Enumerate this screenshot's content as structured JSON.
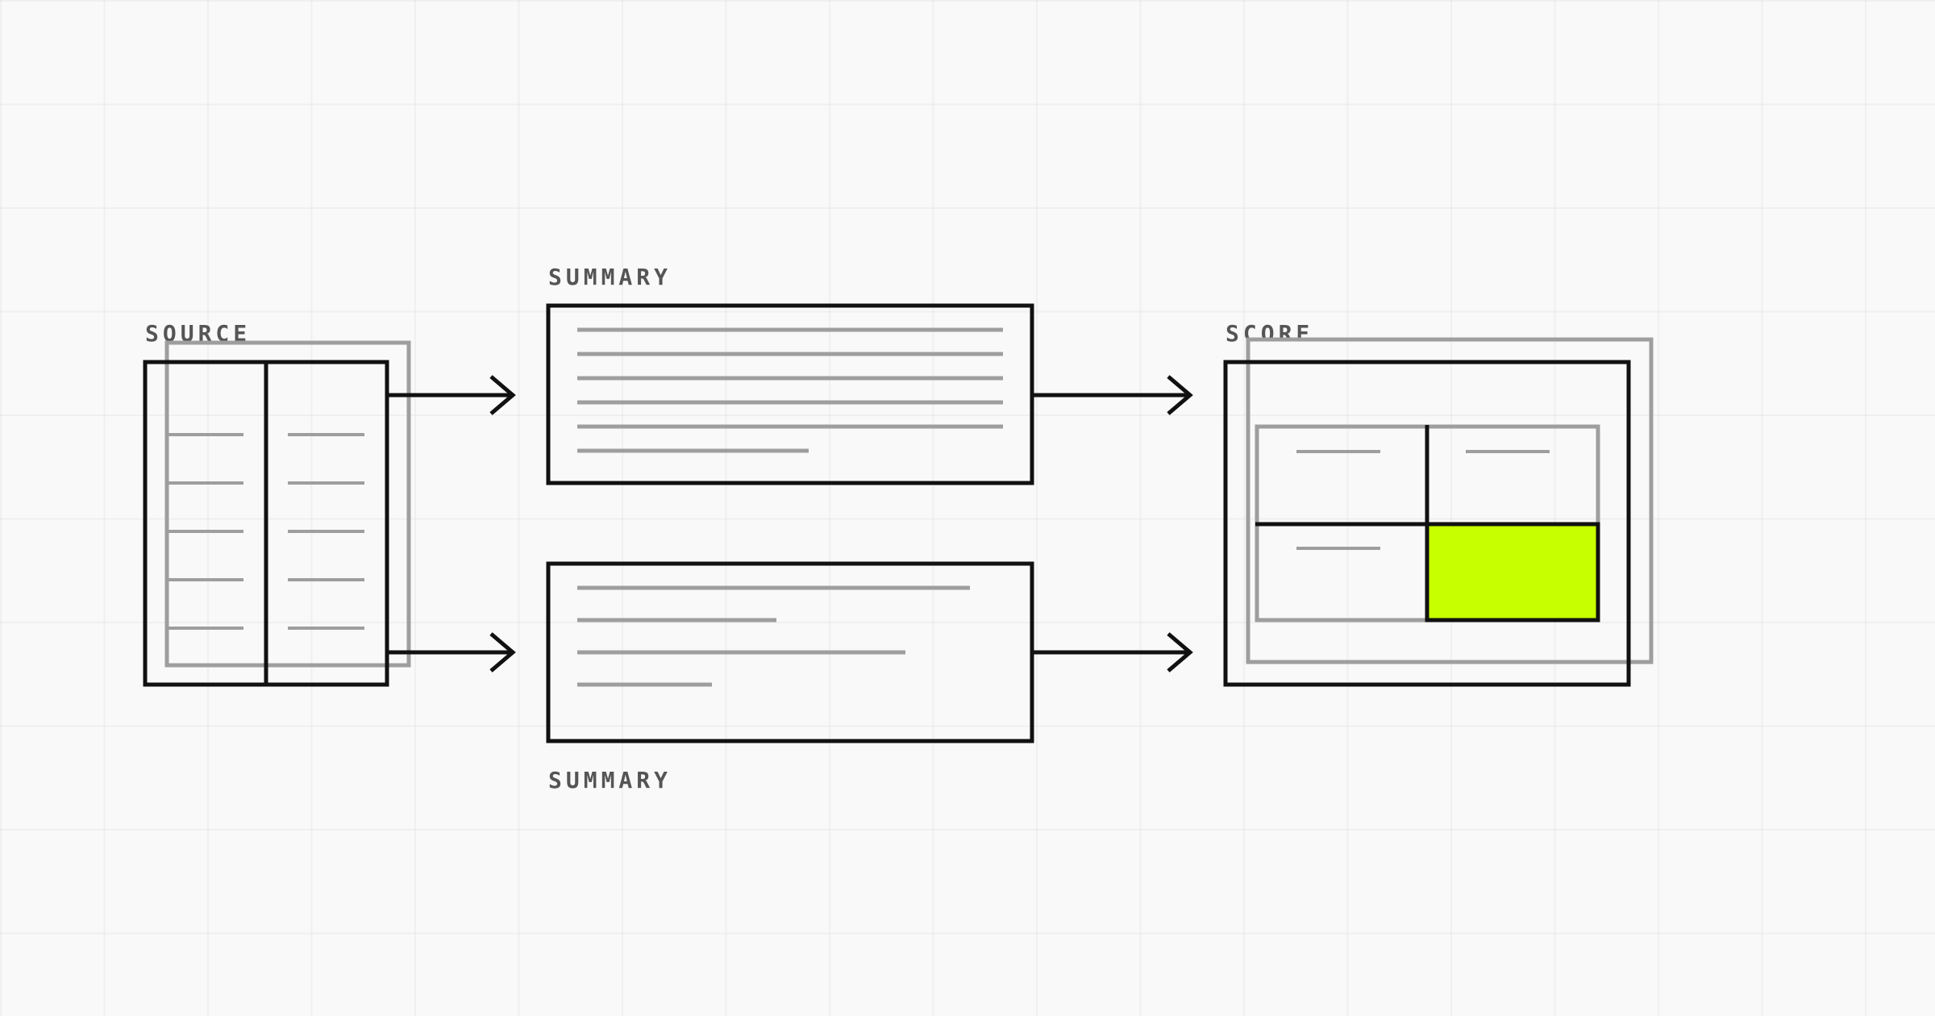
{
  "diagram": {
    "labels": {
      "source": "SOURCE",
      "summary_top": "SUMMARY",
      "summary_bottom": "SUMMARY",
      "score": "SCORE"
    },
    "colors": {
      "background": "#f9f9f9",
      "stroke": "#111111",
      "muted_stroke": "#9e9e9e",
      "label": "#555555",
      "highlight": "#c8ff00"
    },
    "icons": {
      "source": "two-column-document-icon",
      "summary": "text-lines-document-icon",
      "score": "scoring-grid-icon",
      "flow": "arrow-right-icon"
    }
  }
}
